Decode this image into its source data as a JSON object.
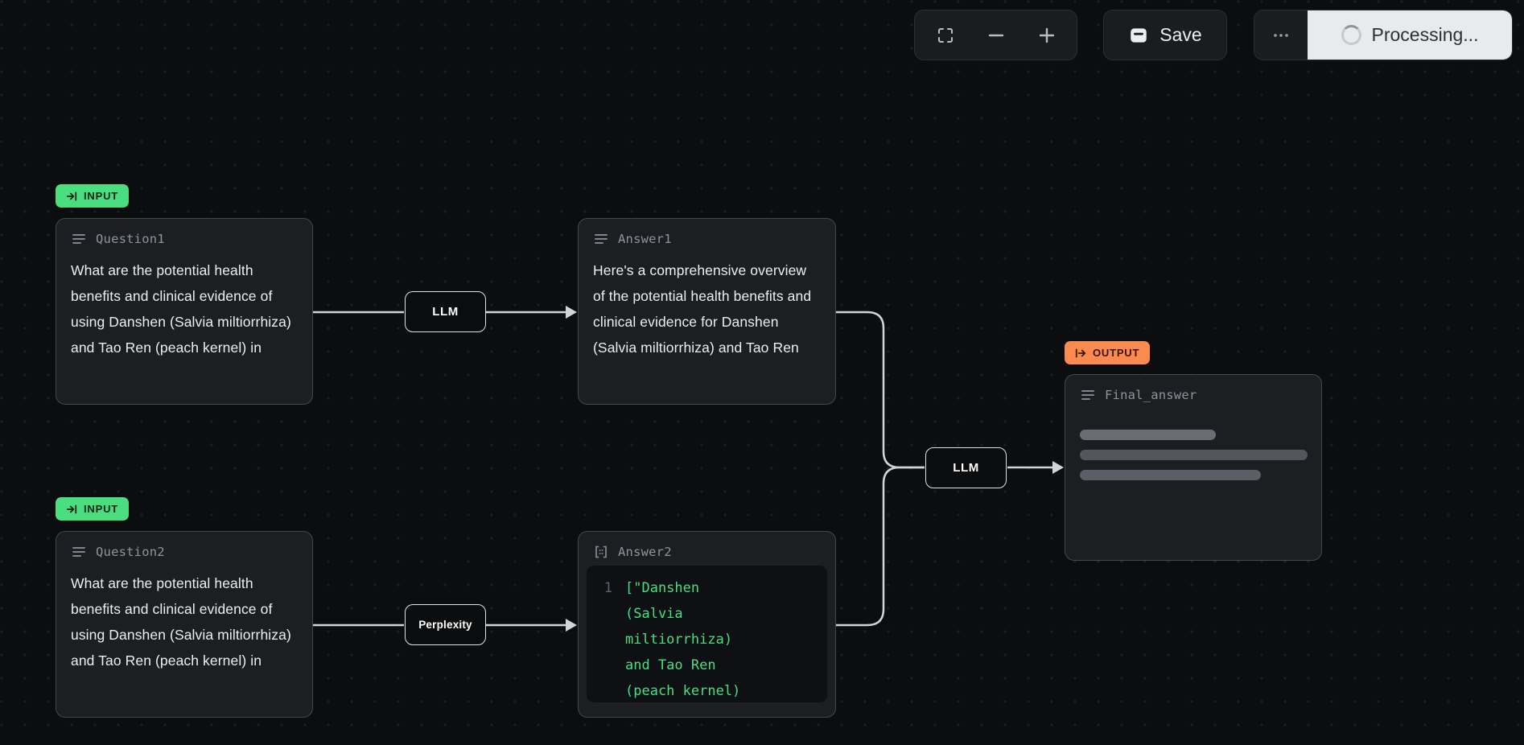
{
  "toolbar": {
    "save_label": "Save",
    "processing_label": "Processing..."
  },
  "badges": {
    "input": "INPUT",
    "output": "OUTPUT"
  },
  "nodes": {
    "question1": {
      "title": "Question1",
      "text": "What are the potential health benefits and clinical evidence of using Danshen (Salvia miltiorrhiza) and Tao Ren (peach kernel) in"
    },
    "llm1": {
      "label": "LLM"
    },
    "answer1": {
      "title": "Answer1",
      "text": "Here's a comprehensive overview of the potential health benefits and clinical evidence for Danshen (Salvia miltiorrhiza) and Tao Ren"
    },
    "question2": {
      "title": "Question2",
      "text": "What are the potential health benefits and clinical evidence of using Danshen (Salvia miltiorrhiza) and Tao Ren (peach kernel) in"
    },
    "perplexity": {
      "label": "Perplexity"
    },
    "answer2": {
      "title": "Answer2",
      "line_number": "1",
      "code_lines": [
        "[\"Danshen",
        "(Salvia",
        "miltiorrhiza)",
        "and Tao Ren",
        "(peach kernel)"
      ]
    },
    "llm2": {
      "label": "LLM"
    },
    "final_answer": {
      "title": "Final_answer"
    }
  },
  "edges": [
    {
      "from": "Question1",
      "to": "LLM"
    },
    {
      "from": "LLM",
      "to": "Answer1"
    },
    {
      "from": "Question2",
      "to": "Perplexity"
    },
    {
      "from": "Perplexity",
      "to": "Answer2"
    },
    {
      "from": "Answer1",
      "to": "LLM-merge"
    },
    {
      "from": "Answer2",
      "to": "LLM-merge"
    },
    {
      "from": "LLM-merge",
      "to": "Final_answer"
    }
  ],
  "icons": {
    "fit_view": "fit-view-corners",
    "zoom_out": "minus",
    "zoom_in": "plus",
    "save": "save-drive",
    "more": "ellipsis",
    "spinner": "spinner",
    "input_badge": "arrow-into-bar",
    "output_badge": "arrow-out-of-bar",
    "text_node": "text-lines",
    "array_node": "brackets-dots"
  },
  "colors": {
    "input_badge": "#4ade80",
    "output_badge": "#fb8a50",
    "edge": "#d2d4d8",
    "code_text": "#4ade80",
    "processing_bg": "#e9eaec",
    "node_bg": "#1c1e21",
    "canvas_bg": "#0c0d0f"
  }
}
